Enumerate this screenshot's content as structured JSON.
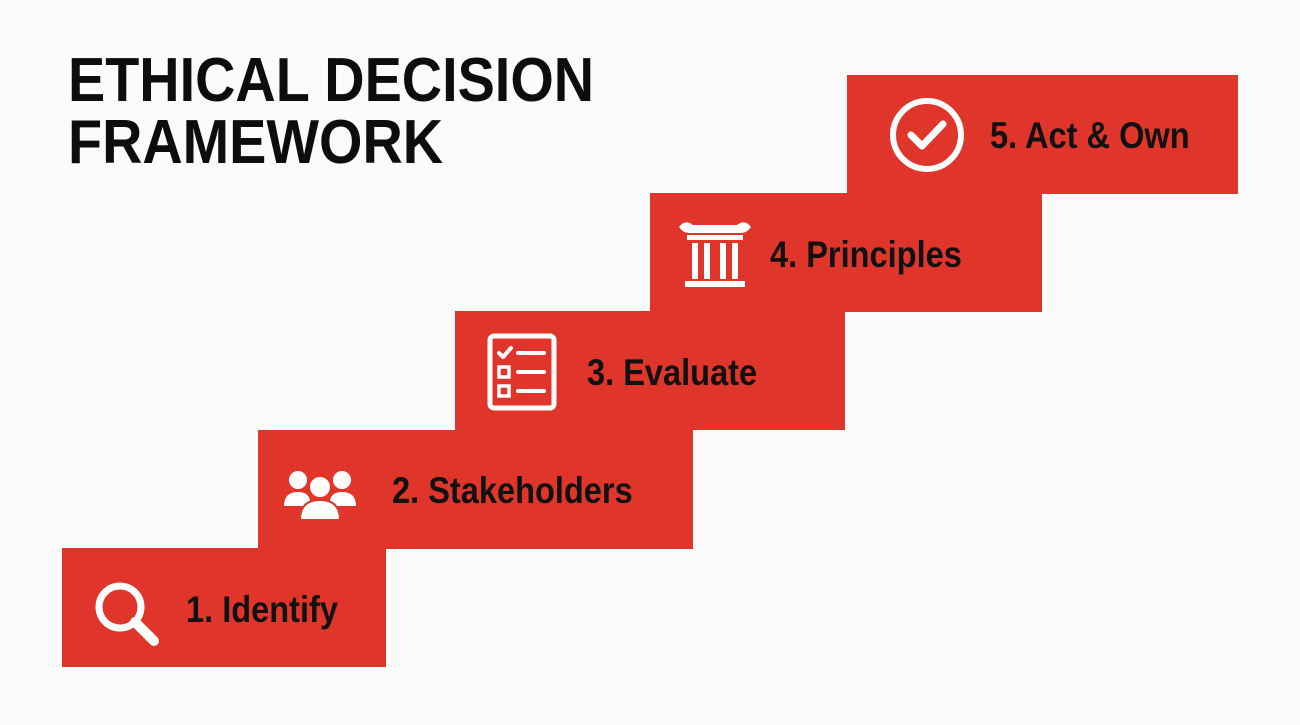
{
  "title": {
    "line1": "ETHICAL DECISION",
    "line2": "FRAMEWORK"
  },
  "colors": {
    "step_fill": "#e0352b",
    "icon": "#ffffff",
    "label_text": "#111111",
    "title_text": "#0d0d0d",
    "background": "#fbfbfb"
  },
  "steps": [
    {
      "label": "1. Identify",
      "icon": "magnifier-icon"
    },
    {
      "label": "2. Stakeholders",
      "icon": "people-group-icon"
    },
    {
      "label": "3. Evaluate",
      "icon": "checklist-icon"
    },
    {
      "label": "4. Principles",
      "icon": "column-pillar-icon"
    },
    {
      "label": "5. Act & Own",
      "icon": "check-circle-icon"
    }
  ]
}
